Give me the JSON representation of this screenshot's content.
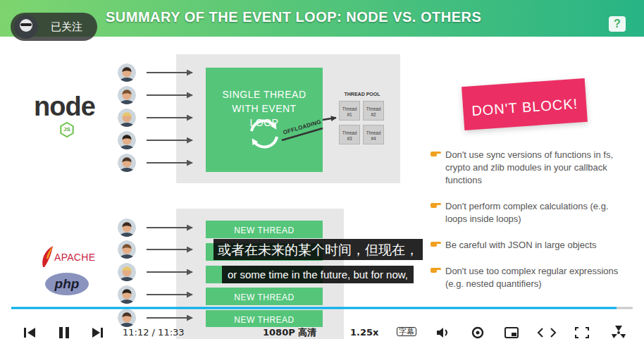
{
  "diagram": {
    "title": "SUMMARY OF THE EVENT LOOP: NODE VS. OTHERS",
    "nodes": [
      {
        "text": [
          "SINGLE THREAD WITH EVENT LOOP"
        ]
      },
      {
        "text": [
          "THREAD POOL"
        ]
      },
      {
        "text": [
          "Thread #1"
        ],
        "in": 1
      },
      {
        "text": [
          "Thread #2"
        ],
        "in": 1
      },
      {
        "text": [
          "Thread #3"
        ],
        "in": 1
      },
      {
        "text": [
          "Thread #4"
        ],
        "in": 1
      },
      {
        "text": [
          "DON'T BLOCK!"
        ]
      },
      {
        "text": [
          "NEW THREAD"
        ]
      },
      {
        "text": [
          "NEW THREAD"
        ]
      },
      {
        "text": [
          "NEW THREAD"
        ]
      }
    ],
    "edges": [
      {
        "from": 0,
        "to": 1,
        "arrow": "to",
        "label": "OFFLOADING"
      }
    ],
    "labels": [
      "已关注",
      "?",
      "node",
      "JS",
      "APACHE",
      "php",
      "Don't use sync versions of functions in fs, crypto and zlib modules in your callback functions",
      "Don't perform complex calculations (e.g. loops inside loops)",
      "Be careful with JSON in large objects",
      "Don't use too complex regular expressions (e.g. nested quantifiers)",
      "或者在未来的某个时间，但现在，",
      "or some time in the future, but for now,",
      "11:12 / 11:33",
      "1080P 高清",
      "1.25x",
      "字幕"
    ]
  }
}
